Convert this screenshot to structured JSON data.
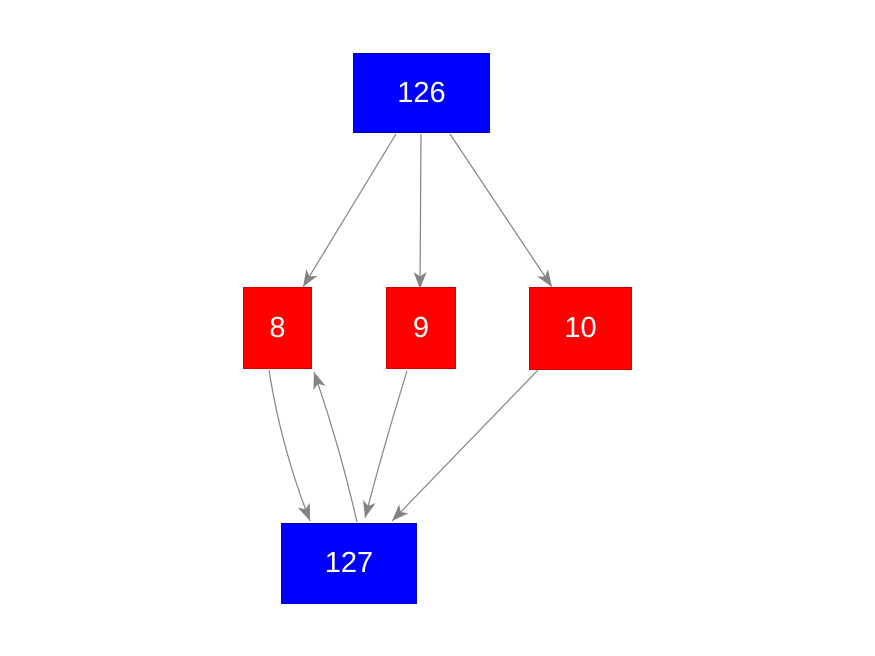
{
  "graph": {
    "background_color": "#ffffff",
    "edge_color": "#848484",
    "node_label_color": "#ffffff",
    "node_colors": {
      "blue": "#0000ff",
      "red": "#ff0000"
    },
    "nodes": [
      {
        "id": "126",
        "label": "126",
        "color": "#0000ff",
        "shape": "box",
        "row": "top"
      },
      {
        "id": "8",
        "label": "8",
        "color": "#ff0000",
        "shape": "box",
        "row": "middle"
      },
      {
        "id": "9",
        "label": "9",
        "color": "#ff0000",
        "shape": "box",
        "row": "middle"
      },
      {
        "id": "10",
        "label": "10",
        "color": "#ff0000",
        "shape": "box",
        "row": "middle"
      },
      {
        "id": "127",
        "label": "127",
        "color": "#0000ff",
        "shape": "box",
        "row": "bottom"
      }
    ],
    "edges": [
      {
        "from": "126",
        "to": "8"
      },
      {
        "from": "126",
        "to": "9"
      },
      {
        "from": "126",
        "to": "10"
      },
      {
        "from": "8",
        "to": "127"
      },
      {
        "from": "127",
        "to": "8"
      },
      {
        "from": "9",
        "to": "127"
      },
      {
        "from": "10",
        "to": "127"
      }
    ]
  }
}
